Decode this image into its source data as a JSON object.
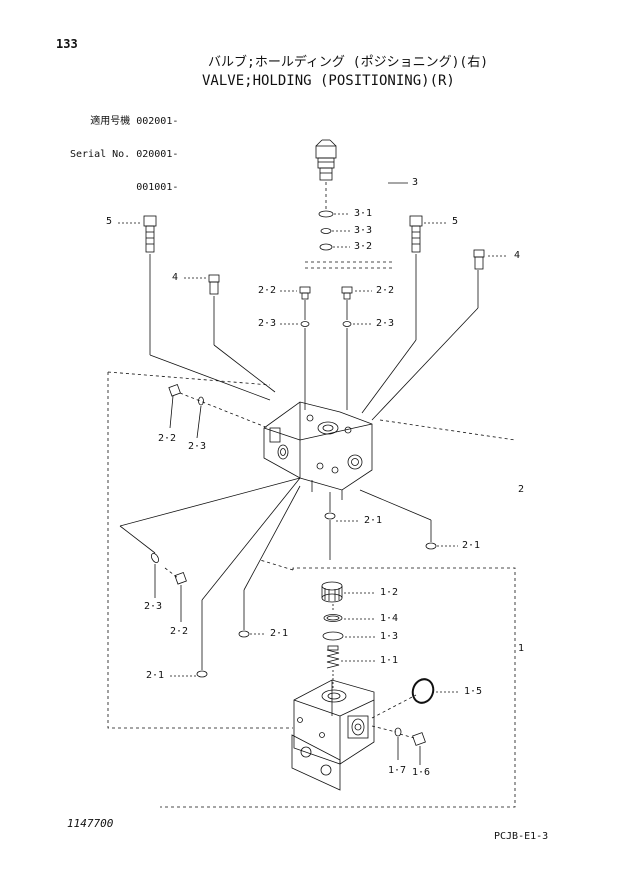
{
  "page_number": "133",
  "title_jp": "バルブ;ホールディング (ポジショニング)(右)",
  "title_en": "VALVE;HOLDING (POSITIONING)(R)",
  "serial_block": {
    "line1": "適用号機 002001-",
    "line2": "Serial No. 020001-",
    "line3": "001001-"
  },
  "callouts": {
    "c3": "3",
    "c3_1": "3·1",
    "c3_3": "3·3",
    "c3_2": "3·2",
    "c5_left": "5",
    "c5_right": "5",
    "c4_left": "4",
    "c4_right": "4",
    "c2_2_a": "2·2",
    "c2_2_b": "2·2",
    "c2_3_a": "2·3",
    "c2_3_b": "2·3",
    "c2_2_c": "2·2",
    "c2_3_c": "2·3",
    "c2": "2",
    "c2_1_a": "2·1",
    "c2_1_b": "2·1",
    "c2_3_d": "2·3",
    "c2_2_d": "2·2",
    "c2_1_c": "2·1",
    "c2_1_d": "2·1",
    "c1_2": "1·2",
    "c1_4": "1·4",
    "c1_3": "1·3",
    "c1_1": "1·1",
    "c1": "1",
    "c1_5": "1·5",
    "c1_7": "1·7",
    "c1_6": "1·6"
  },
  "drawing_number": "1147700",
  "sheet_id": "PCJB-E1-3",
  "colors": {
    "ink": "#111111",
    "paper": "#ffffff"
  }
}
